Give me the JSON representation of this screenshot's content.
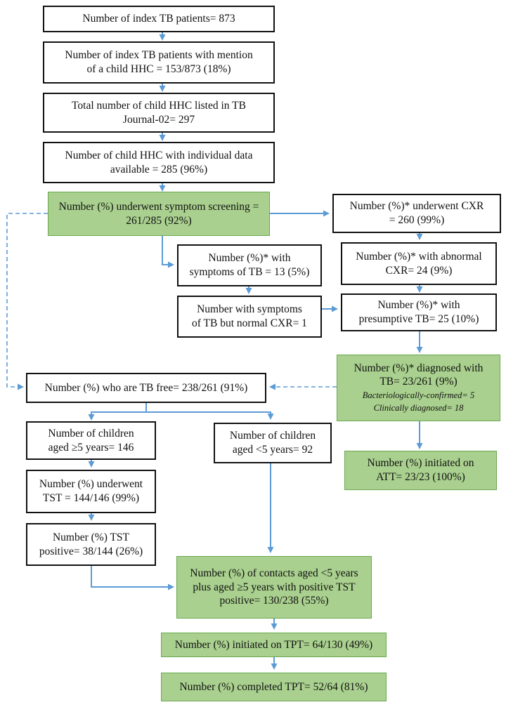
{
  "colors": {
    "arrow": "#5b9bd5",
    "box_green": "#a9d08e",
    "box_border": "#111111"
  },
  "nodes": {
    "index_patients": "Number of index TB patients= 873",
    "hhc_mention_l1": "Number of index TB patients with mention",
    "hhc_mention_l2": "of a child HHC = 153/873 (18%)",
    "listed_l1": "Total number of child HHC listed in TB",
    "listed_l2": "Journal-02= 297",
    "individual_l1": "Number of child HHC with individual data",
    "individual_l2": "available = 285 (96%)",
    "screening_l1": "Number (%) underwent symptom screening =",
    "screening_l2": "261/285 (92%)",
    "cxr_l1": "Number (%)* underwent CXR",
    "cxr_l2": "= 260 (99%)",
    "symptoms_l1": "Number (%)* with",
    "symptoms_l2": "symptoms of TB = 13 (5%)",
    "abnormal_l1": "Number (%)* with abnormal",
    "abnormal_l2": "CXR= 24 (9%)",
    "normal_cxr_l1": "Number with symptoms",
    "normal_cxr_l2": "of TB but normal CXR= 1",
    "presumptive_l1": "Number (%)* with",
    "presumptive_l2": "presumptive TB= 25 (10%)",
    "diagnosed_l1": "Number (%)* diagnosed with",
    "diagnosed_l2": "TB= 23/261 (9%)",
    "diagnosed_sub1": "Bacteriologically-confirmed= 5",
    "diagnosed_sub2": "Clinically diagnosed= 18",
    "tb_free": "Number (%) who are TB free= 238/261 (91%)",
    "aged5plus_l1": "Number of children",
    "aged5plus_l2": "aged ≥5 years= 146",
    "under5_l1": "Number of children",
    "under5_l2": "aged <5 years= 92",
    "att_l1": "Number (%) initiated on",
    "att_l2": "ATT= 23/23 (100%)",
    "tst_l1": "Number (%) underwent",
    "tst_l2": "TST = 144/146 (99%)",
    "tst_pos_l1": "Number (%) TST",
    "tst_pos_l2": "positive= 38/144 (26%)",
    "eligible_l1": "Number (%) of contacts aged <5 years",
    "eligible_l2": "plus aged ≥5 years with positive TST",
    "eligible_l3": "positive= 130/238 (55%)",
    "tpt_init": "Number (%) initiated on TPT= 64/130 (49%)",
    "tpt_done": "Number (%) completed TPT= 52/64 (81%)"
  }
}
